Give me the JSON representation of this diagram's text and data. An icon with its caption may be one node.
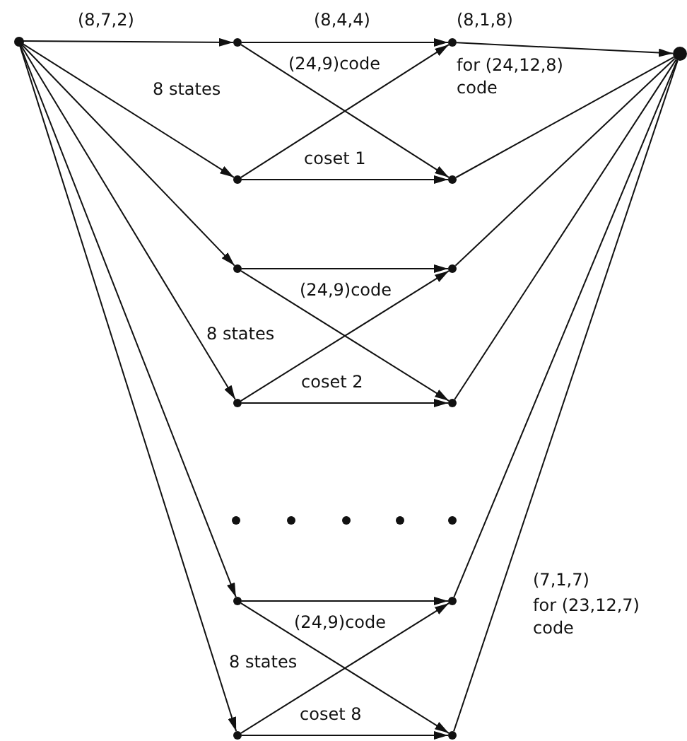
{
  "diagram": {
    "nodes": [
      {
        "text": [],
        "shape": "circle"
      },
      {
        "text": [],
        "shape": "circle"
      },
      {
        "text": [],
        "shape": "circle"
      },
      {
        "text": [],
        "shape": "circle"
      },
      {
        "text": [],
        "shape": "circle"
      },
      {
        "text": [],
        "shape": "circle"
      },
      {
        "text": [],
        "shape": "circle"
      },
      {
        "text": [],
        "shape": "circle"
      },
      {
        "text": [],
        "shape": "circle"
      },
      {
        "text": [],
        "shape": "circle"
      },
      {
        "text": [],
        "shape": "circle"
      },
      {
        "text": [],
        "shape": "circle"
      },
      {
        "text": [],
        "shape": "circle"
      },
      {
        "text": [],
        "shape": "circle"
      }
    ],
    "edges": [
      {
        "from": 0,
        "to": 1,
        "arrow": "to",
        "label": "(8,7,2)"
      },
      {
        "from": 0,
        "to": 3,
        "arrow": "to"
      },
      {
        "from": 0,
        "to": 5,
        "arrow": "to"
      },
      {
        "from": 0,
        "to": 7,
        "arrow": "to"
      },
      {
        "from": 0,
        "to": 9,
        "arrow": "to"
      },
      {
        "from": 0,
        "to": 11,
        "arrow": "to"
      },
      {
        "from": 1,
        "to": 2,
        "arrow": "to",
        "label": "(8,4,4)"
      },
      {
        "from": 1,
        "to": 4,
        "arrow": "to"
      },
      {
        "from": 3,
        "to": 2,
        "arrow": "to"
      },
      {
        "from": 3,
        "to": 4,
        "arrow": "to"
      },
      {
        "from": 5,
        "to": 6,
        "arrow": "to"
      },
      {
        "from": 5,
        "to": 8,
        "arrow": "to"
      },
      {
        "from": 7,
        "to": 6,
        "arrow": "to"
      },
      {
        "from": 7,
        "to": 8,
        "arrow": "to"
      },
      {
        "from": 9,
        "to": 10,
        "arrow": "to"
      },
      {
        "from": 9,
        "to": 12,
        "arrow": "to"
      },
      {
        "from": 11,
        "to": 10,
        "arrow": "to"
      },
      {
        "from": 11,
        "to": 12,
        "arrow": "to"
      },
      {
        "from": 2,
        "to": 13,
        "arrow": "to"
      },
      {
        "from": 4,
        "to": 13,
        "arrow": "none"
      },
      {
        "from": 6,
        "to": 13,
        "arrow": "none"
      },
      {
        "from": 8,
        "to": 13,
        "arrow": "none"
      },
      {
        "from": 10,
        "to": 13,
        "arrow": "none"
      },
      {
        "from": 12,
        "to": 13,
        "arrow": "none"
      }
    ],
    "labels": [
      "(8,1,8)",
      "for (24,12,8) code",
      "(24,9)code",
      "8 states",
      "coset 1",
      "(24,9)code",
      "8 states",
      "coset 2",
      "(7,1,7)",
      "for (23,12,7) code",
      "(24,9)code",
      "8 states",
      "coset 8"
    ]
  }
}
